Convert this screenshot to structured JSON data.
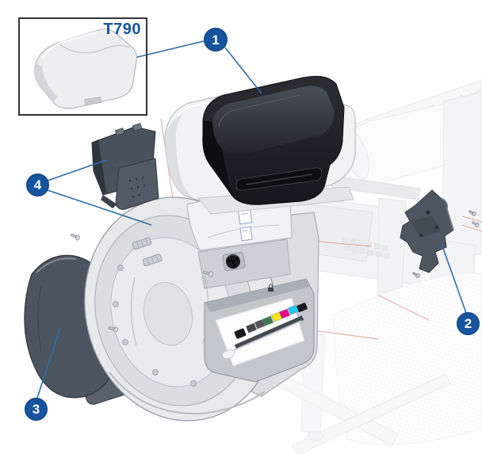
{
  "figure": {
    "model_label": "T790",
    "callouts": [
      {
        "number": "1",
        "points_to": "window-cover"
      },
      {
        "number": "2",
        "points_to": "right-bracket"
      },
      {
        "number": "3",
        "points_to": "left-end-cover"
      },
      {
        "number": "4",
        "points_to": "front-cover-brackets"
      }
    ]
  },
  "theme": {
    "callout_blue": "#15549e",
    "leader_blue": "#2e6da9",
    "alignment_red": "#dd9b95",
    "label_blue": "#14549c",
    "box_border": "#333333",
    "part_light": "#e8eaec",
    "part_dark": "#4c555f",
    "window_dark": "#1e2126",
    "ink_swatches": [
      "#46464a",
      "#55565a",
      "#3e7b4f",
      "#f1e70b",
      "#ea0b8c",
      "#19cbee"
    ]
  }
}
